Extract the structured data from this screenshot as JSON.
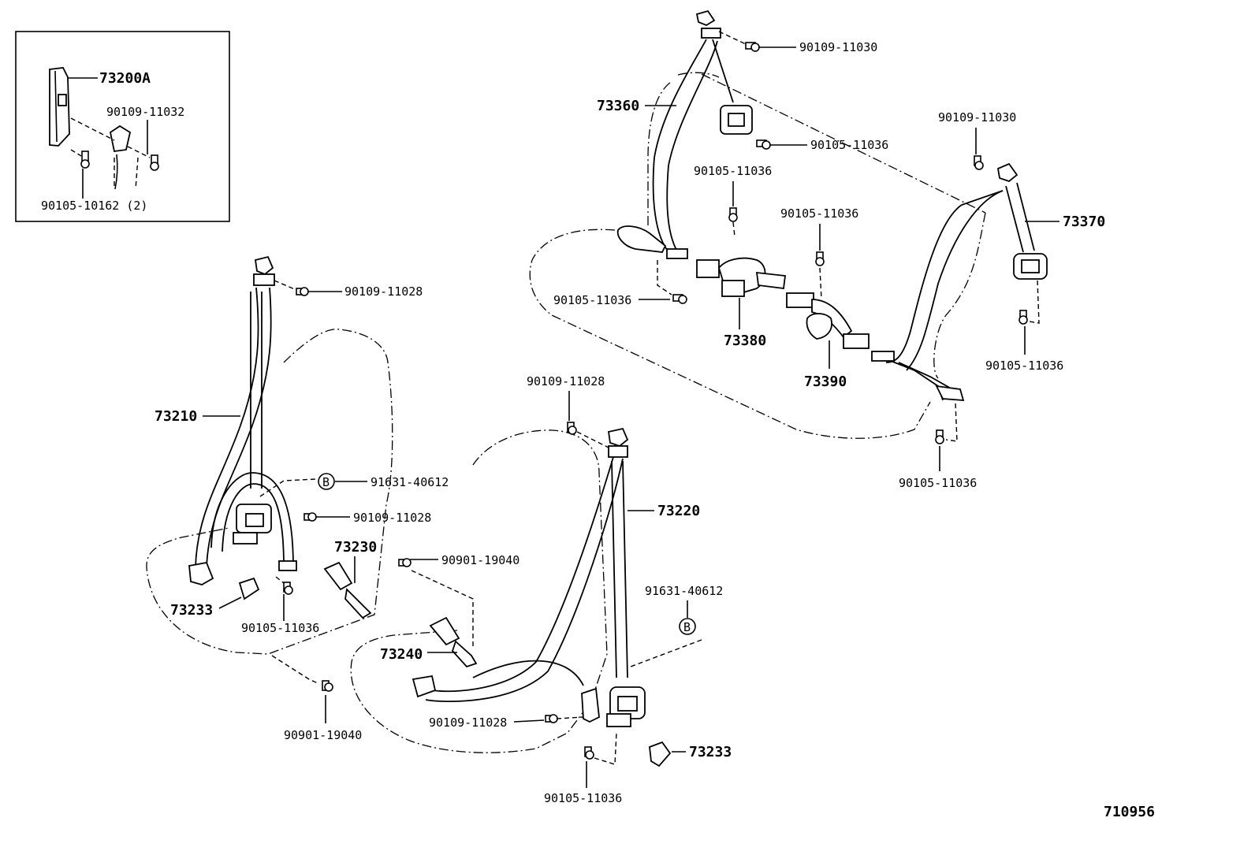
{
  "inset": {
    "labels": {
      "bracket": "73200A",
      "bolt_a": "90109-11032",
      "bolt_b": "90105-10162 (2)"
    }
  },
  "front_left_seat": {
    "labels": {
      "belt": "73210",
      "anchor_bolt": "90109-11028",
      "marker_b_part": "91631-40612",
      "retractor_bolt": "90109-11028",
      "buckle": "73230",
      "cover": "73233",
      "floor_bolt": "90105-11036",
      "buckle_bolt": "90901-19040"
    },
    "marker_b": "B"
  },
  "front_right_seat": {
    "labels": {
      "anchor_bolt": "90109-11028",
      "belt": "73220",
      "buckle_bolt": "90901-19040",
      "marker_b_part": "91631-40612",
      "buckle": "73240",
      "floor_bolt": "90109-11028",
      "retractor_bolt": "90105-11036",
      "cover": "73233"
    },
    "marker_b": "B"
  },
  "rear_seat": {
    "labels": {
      "top_bolt_left": "90109-11030",
      "left_belt": "73360",
      "left_retractor_bolt": "90105-11036",
      "top_bolt_right": "90109-11030",
      "center_bolt_a": "90105-11036",
      "center_bolt_b": "90105-11036",
      "right_belt": "73370",
      "left_floor_bolt": "90105-11036",
      "center_belt_a": "73380",
      "center_belt_b": "73390",
      "right_retractor_bolt": "90105-11036",
      "right_floor_bolt": "90105-11036"
    }
  },
  "diagram_id": "710956"
}
